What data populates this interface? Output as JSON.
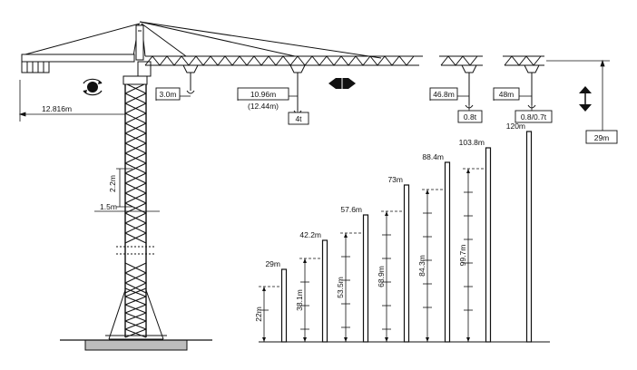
{
  "crane": {
    "tail_radius": "12.816m",
    "section_height": "2.2m",
    "section_width": "1.5m",
    "min_radius": "3.0m",
    "mid_radius": "10.96m",
    "mid_radius_alt": "(12.44m)",
    "mid_load": "4t",
    "jib_radius_1": "46.8m",
    "jib_load_1": "0.8t",
    "jib_radius_2": "48m",
    "jib_load_2": "0.8/0.7t",
    "free_height": "29m"
  },
  "heights": {
    "columns": [
      {
        "top": "29m",
        "inner": "22m"
      },
      {
        "top": "42.2m",
        "inner": "38.1m"
      },
      {
        "top": "57.6m",
        "inner": "53.5m"
      },
      {
        "top": "73m",
        "inner": "68.9m"
      },
      {
        "top": "88.4m",
        "inner": "84.3m"
      },
      {
        "top": "103.8m",
        "inner": "99.7m"
      },
      {
        "top": "120m",
        "inner": ""
      }
    ]
  },
  "colors": {
    "line": "#111111",
    "ground": "#bdbdbd",
    "background": "#ffffff"
  },
  "icons": [
    "rotation-icon",
    "trolley-travel-icon",
    "hoist-up-down-icon"
  ]
}
